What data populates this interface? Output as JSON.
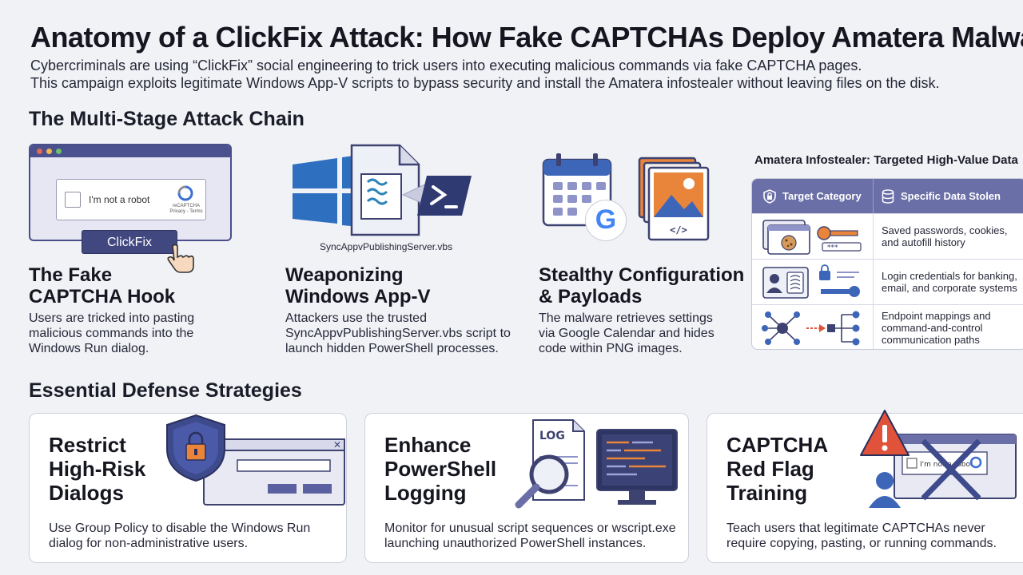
{
  "title": "Anatomy of a ClickFix Attack: How Fake CAPTCHAs Deploy Amatera Malware",
  "intro": {
    "line1": "Cybercriminals are using “ClickFix” social engineering to trick users into executing malicious commands via fake CAPTCHA pages.",
    "line2": "This campaign exploits legitimate Windows App-V scripts to bypass security and install the Amatera infostealer without leaving files on the disk."
  },
  "attack_chain": {
    "heading": "The Multi-Stage Attack Chain",
    "captcha_label": "I'm not a robot",
    "captcha_brand": "reCAPTCHA",
    "captcha_links": "Privacy - Terms",
    "clickfix_button": "ClickFix",
    "vbs_filename": "SyncAppvPublishingServer.vbs",
    "code_icon": "</>",
    "google_letter": "G",
    "stages": [
      {
        "title": "The Fake CAPTCHA Hook",
        "description": "Users are tricked into pasting malicious commands into the Windows Run dialog."
      },
      {
        "title": "Weaponizing Windows App-V",
        "description": "Attackers use the trusted SyncAppvPublishingServer.vbs script to launch hidden PowerShell processes."
      },
      {
        "title": "Stealthy Configuration & Payloads",
        "description": "The malware retrieves settings via Google Calendar and hides code within PNG images."
      }
    ]
  },
  "data_table": {
    "title": "Amatera Infostealer: Targeted High-Value Data",
    "col1": "Target Category",
    "col2": "Specific Data Stolen",
    "rows": [
      {
        "icon": "browser-cookie-key-icon",
        "text": "Saved passwords, cookies, and autofill history"
      },
      {
        "icon": "identity-credentials-icon",
        "text": "Login credentials for banking, email, and corporate systems"
      },
      {
        "icon": "network-map-icon",
        "text": "Endpoint mappings and command-and-control communication paths"
      }
    ]
  },
  "defense": {
    "heading": "Essential Defense Strategies",
    "log_label": "LOG",
    "captcha_mini": "I'm not a robot",
    "cards": [
      {
        "title": "Restrict High-Risk Dialogs",
        "description": "Use Group Policy to disable the Windows Run dialog for non-administrative users.",
        "icon": "shield-lock-icon"
      },
      {
        "title": "Enhance PowerShell Logging",
        "description": "Monitor for unusual script sequences or wscript.exe launching unauthorized PowerShell instances.",
        "icon": "log-magnifier-icon"
      },
      {
        "title": "CAPTCHA Red Flag Training",
        "description": "Teach users that legitimate CAPTCHAs never require copying, pasting, or running commands.",
        "icon": "warning-captcha-icon"
      }
    ]
  },
  "colors": {
    "primary": "#41477f",
    "accent_orange": "#e9853a",
    "accent_red": "#e0533a",
    "blue": "#2e6fc0"
  }
}
